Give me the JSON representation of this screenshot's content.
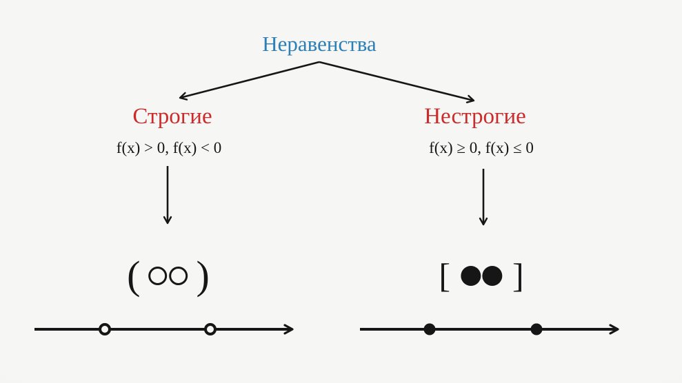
{
  "colors": {
    "paper": "#f6f6f5",
    "title": "#2e7fb5",
    "branch": "#cb2b2b",
    "ink": "#161616"
  },
  "title": {
    "text": "Неравенства"
  },
  "branches": {
    "strict": {
      "label": "Строгие",
      "formula": "f(x) > 0, f(x) < 0",
      "interval": {
        "open": "(",
        "close": ")"
      },
      "point_style": "open"
    },
    "nonstrict": {
      "label": "Нестрогие",
      "formula": "f(x) ≥ 0, f(x) ≤ 0",
      "interval": {
        "open": "[",
        "close": "]"
      },
      "point_style": "filled"
    }
  }
}
